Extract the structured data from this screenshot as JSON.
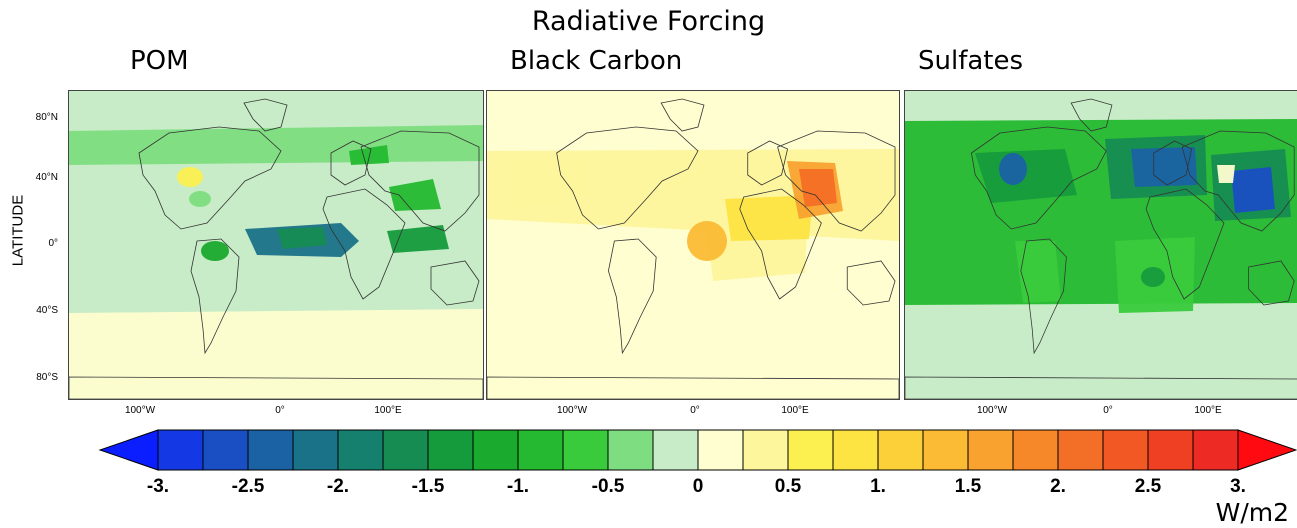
{
  "chart_data": {
    "type": "heatmap",
    "title": "Radiative Forcing",
    "ylabel": "LATITUDE",
    "yticks": [
      "80°N",
      "40°N",
      "0°",
      "40°S",
      "80°S"
    ],
    "xticks": [
      "100°W",
      "0°",
      "100°E"
    ],
    "panels": [
      {
        "name": "POM",
        "background_value": -0.25,
        "regions": [
          {
            "area": "North Atlantic / Arctic band",
            "value": -0.3
          },
          {
            "area": "Eastern United States",
            "value": 0.5
          },
          {
            "area": "Southeastern United States",
            "value": -0.5
          },
          {
            "area": "Central Africa",
            "value": -1.6
          },
          {
            "area": "Amazon Basin",
            "value": -1.1
          },
          {
            "area": "Southeast Asia / Indonesia",
            "value": -1.5
          },
          {
            "area": "Southern China",
            "value": -0.8
          },
          {
            "area": "Siberia",
            "value": -0.8
          },
          {
            "area": "Southern Ocean",
            "value": 0.05
          }
        ]
      },
      {
        "name": "Black Carbon",
        "background_value": 0.05,
        "regions": [
          {
            "area": "Northern Hemisphere band",
            "value": 0.45
          },
          {
            "area": "South Asia / Arabian Sea",
            "value": 0.75
          },
          {
            "area": "Eastern China",
            "value": 2.0
          },
          {
            "area": "Central Africa",
            "value": 1.3
          },
          {
            "area": "South Atlantic",
            "value": 0.45
          },
          {
            "area": "Western North America",
            "value": 0.35
          }
        ]
      },
      {
        "name": "Sulfates",
        "background_value": -0.25,
        "regions": [
          {
            "area": "Northern Hemisphere band",
            "value": -0.9
          },
          {
            "area": "Eastern United States",
            "value": -2.3
          },
          {
            "area": "Europe",
            "value": -2.5
          },
          {
            "area": "Eastern China",
            "value": -2.7
          },
          {
            "area": "Southern Africa",
            "value": -1.3
          },
          {
            "area": "South America",
            "value": -0.6
          },
          {
            "area": "Sahara",
            "value": 0.0
          }
        ]
      }
    ],
    "colorbar": {
      "label": "W/m2",
      "ticks": [
        "-3.",
        "-2.5",
        "-2.",
        "-1.5",
        "-1.",
        "-0.5",
        "0",
        "0.5",
        "1.",
        "1.5",
        "2.",
        "2.5",
        "3."
      ],
      "range": [
        -3,
        3
      ],
      "extend": "both",
      "colors": [
        "#0a1eff",
        "#1438e4",
        "#1a4fc3",
        "#1a62a4",
        "#1a7289",
        "#16806f",
        "#168c52",
        "#169b3c",
        "#1aaa2e",
        "#24b930",
        "#3acb3c",
        "#7edd80",
        "#c7ecc7",
        "#fefed0",
        "#fdf69c",
        "#fbf050",
        "#fde442",
        "#fbd038",
        "#fbbb35",
        "#f9a230",
        "#f7882a",
        "#f36e26",
        "#f25824",
        "#f04024",
        "#ee2a24",
        "#ff0a10"
      ]
    }
  }
}
